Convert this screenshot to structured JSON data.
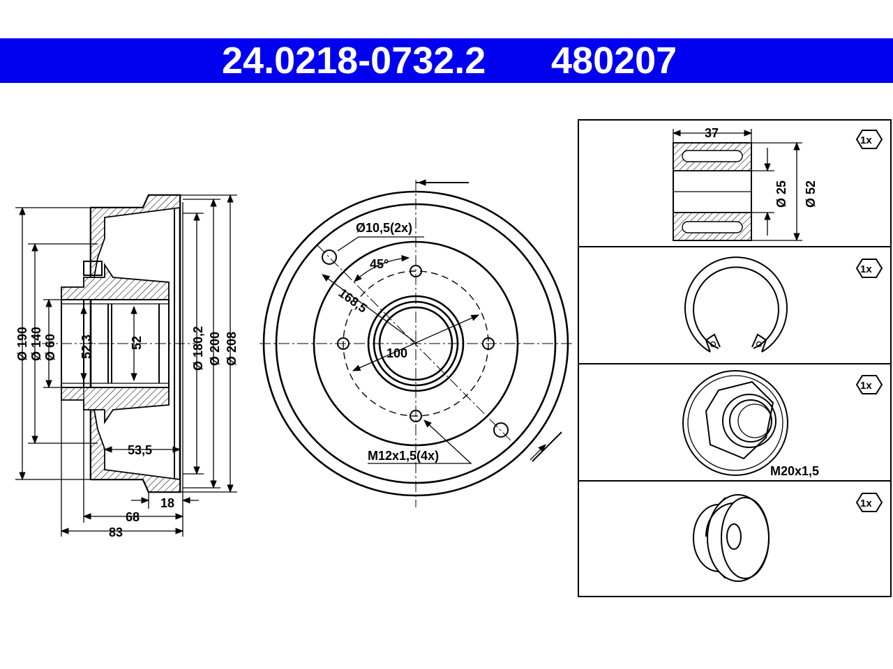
{
  "header": {
    "part_number": "24.0218-0732.2",
    "ref_number": "480207",
    "background_color": "#0000ee"
  },
  "side_view": {
    "dia_190": "Ø 190",
    "dia_140": "Ø 140",
    "dia_60": "Ø 60",
    "dim_52_3": "52,3",
    "dim_52": "52",
    "dim_53_5": "53,5",
    "dia_180_2": "Ø 180,2",
    "dia_200": "Ø 200",
    "dia_208": "Ø 208",
    "dim_18": "18",
    "dim_68": "68",
    "dim_83": "83"
  },
  "front_view": {
    "hole_dia": "Ø10,5(2x)",
    "angle": "45°",
    "pcd_168_5": "168,5",
    "pcd_100": "100",
    "thread": "M12x1,5(4x)"
  },
  "parts": [
    {
      "qty": "1x",
      "name": "bearing",
      "dim_width": "37",
      "dim_inner": "Ø 25",
      "dim_outer": "Ø 52"
    },
    {
      "qty": "1x",
      "name": "circlip"
    },
    {
      "qty": "1x",
      "name": "nut",
      "thread": "M20x1,5"
    },
    {
      "qty": "1x",
      "name": "cap"
    }
  ]
}
